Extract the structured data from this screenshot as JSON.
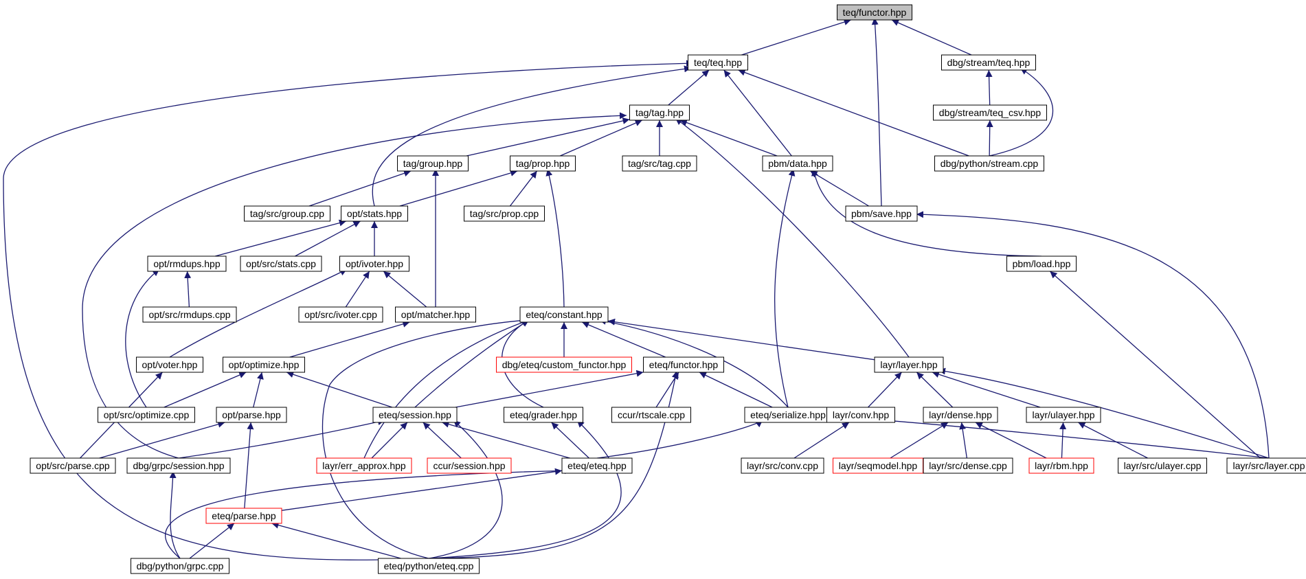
{
  "diagram": {
    "type": "include-dependency-graph",
    "colors": {
      "edge": "#191970",
      "node_border": "#000000",
      "node_border_truncated": "#ff0000",
      "root_fill": "#bfbfbf",
      "node_fill": "#ffffff"
    },
    "nodes": [
      {
        "id": "n0",
        "label": "teq/functor.hpp",
        "root": true
      },
      {
        "id": "n1",
        "label": "teq/teq.hpp"
      },
      {
        "id": "n2",
        "label": "dbg/stream/teq.hpp"
      },
      {
        "id": "n3",
        "label": "tag/tag.hpp"
      },
      {
        "id": "n4",
        "label": "dbg/stream/teq_csv.hpp"
      },
      {
        "id": "n5",
        "label": "tag/group.hpp"
      },
      {
        "id": "n6",
        "label": "tag/prop.hpp"
      },
      {
        "id": "n7",
        "label": "tag/src/tag.cpp"
      },
      {
        "id": "n8",
        "label": "pbm/data.hpp"
      },
      {
        "id": "n9",
        "label": "dbg/python/stream.cpp"
      },
      {
        "id": "n10",
        "label": "tag/src/group.cpp"
      },
      {
        "id": "n11",
        "label": "opt/stats.hpp"
      },
      {
        "id": "n12",
        "label": "tag/src/prop.cpp"
      },
      {
        "id": "n13",
        "label": "pbm/save.hpp"
      },
      {
        "id": "n14",
        "label": "opt/rmdups.hpp"
      },
      {
        "id": "n15",
        "label": "opt/src/stats.cpp"
      },
      {
        "id": "n16",
        "label": "opt/ivoter.hpp"
      },
      {
        "id": "n17",
        "label": "pbm/load.hpp"
      },
      {
        "id": "n18",
        "label": "opt/src/rmdups.cpp"
      },
      {
        "id": "n19",
        "label": "opt/src/ivoter.cpp"
      },
      {
        "id": "n20",
        "label": "opt/matcher.hpp"
      },
      {
        "id": "n21",
        "label": "eteq/constant.hpp"
      },
      {
        "id": "n22",
        "label": "opt/voter.hpp"
      },
      {
        "id": "n23",
        "label": "opt/optimize.hpp"
      },
      {
        "id": "n24",
        "label": "dbg/eteq/custom_functor.hpp",
        "truncated": true
      },
      {
        "id": "n25",
        "label": "eteq/functor.hpp"
      },
      {
        "id": "n26",
        "label": "layr/layer.hpp"
      },
      {
        "id": "n27",
        "label": "opt/src/optimize.cpp"
      },
      {
        "id": "n28",
        "label": "opt/parse.hpp"
      },
      {
        "id": "n29",
        "label": "eteq/session.hpp"
      },
      {
        "id": "n30",
        "label": "eteq/grader.hpp"
      },
      {
        "id": "n31",
        "label": "ccur/rtscale.cpp"
      },
      {
        "id": "n32",
        "label": "eteq/serialize.hpp"
      },
      {
        "id": "n33",
        "label": "layr/conv.hpp"
      },
      {
        "id": "n34",
        "label": "layr/dense.hpp"
      },
      {
        "id": "n35",
        "label": "layr/ulayer.hpp"
      },
      {
        "id": "n36",
        "label": "opt/src/parse.cpp"
      },
      {
        "id": "n37",
        "label": "dbg/grpc/session.hpp"
      },
      {
        "id": "n38",
        "label": "layr/err_approx.hpp",
        "truncated": true
      },
      {
        "id": "n39",
        "label": "ccur/session.hpp",
        "truncated": true
      },
      {
        "id": "n40",
        "label": "eteq/eteq.hpp"
      },
      {
        "id": "n41",
        "label": "layr/src/conv.cpp"
      },
      {
        "id": "n42",
        "label": "layr/seqmodel.hpp",
        "truncated": true
      },
      {
        "id": "n43",
        "label": "layr/src/dense.cpp"
      },
      {
        "id": "n44",
        "label": "layr/rbm.hpp",
        "truncated": true
      },
      {
        "id": "n45",
        "label": "layr/src/ulayer.cpp"
      },
      {
        "id": "n46",
        "label": "layr/src/layer.cpp"
      },
      {
        "id": "n47",
        "label": "eteq/parse.hpp",
        "truncated": true
      },
      {
        "id": "n48",
        "label": "dbg/python/grpc.cpp"
      },
      {
        "id": "n49",
        "label": "eteq/python/eteq.cpp"
      }
    ],
    "edges": [
      [
        "n1",
        "n0"
      ],
      [
        "n2",
        "n0"
      ],
      [
        "n13",
        "n0"
      ],
      [
        "n3",
        "n1"
      ],
      [
        "n8",
        "n1"
      ],
      [
        "n9",
        "n1"
      ],
      [
        "n11",
        "n1"
      ],
      [
        "n49",
        "n1"
      ],
      [
        "n4",
        "n2"
      ],
      [
        "n9",
        "n2"
      ],
      [
        "n9",
        "n4"
      ],
      [
        "n5",
        "n3"
      ],
      [
        "n6",
        "n3"
      ],
      [
        "n7",
        "n3"
      ],
      [
        "n8",
        "n3"
      ],
      [
        "n26",
        "n3"
      ],
      [
        "n37",
        "n3"
      ],
      [
        "n10",
        "n5"
      ],
      [
        "n20",
        "n5"
      ],
      [
        "n11",
        "n6"
      ],
      [
        "n12",
        "n6"
      ],
      [
        "n21",
        "n6"
      ],
      [
        "n13",
        "n8"
      ],
      [
        "n17",
        "n8"
      ],
      [
        "n32",
        "n8"
      ],
      [
        "n14",
        "n11"
      ],
      [
        "n15",
        "n11"
      ],
      [
        "n16",
        "n11"
      ],
      [
        "n18",
        "n14"
      ],
      [
        "n27",
        "n14"
      ],
      [
        "n19",
        "n16"
      ],
      [
        "n20",
        "n16"
      ],
      [
        "n22",
        "n16"
      ],
      [
        "n46",
        "n13"
      ],
      [
        "n46",
        "n17"
      ],
      [
        "n23",
        "n20"
      ],
      [
        "n24",
        "n21"
      ],
      [
        "n25",
        "n21"
      ],
      [
        "n26",
        "n21"
      ],
      [
        "n29",
        "n21"
      ],
      [
        "n30",
        "n21"
      ],
      [
        "n32",
        "n21"
      ],
      [
        "n38",
        "n21"
      ],
      [
        "n49",
        "n21"
      ],
      [
        "n36",
        "n22"
      ],
      [
        "n27",
        "n23"
      ],
      [
        "n28",
        "n23"
      ],
      [
        "n29",
        "n23"
      ],
      [
        "n29",
        "n25"
      ],
      [
        "n31",
        "n25"
      ],
      [
        "n32",
        "n25"
      ],
      [
        "n49",
        "n25"
      ],
      [
        "n33",
        "n26"
      ],
      [
        "n34",
        "n26"
      ],
      [
        "n35",
        "n26"
      ],
      [
        "n46",
        "n26"
      ],
      [
        "n36",
        "n28"
      ],
      [
        "n47",
        "n28"
      ],
      [
        "n37",
        "n29"
      ],
      [
        "n38",
        "n29"
      ],
      [
        "n39",
        "n29"
      ],
      [
        "n40",
        "n29"
      ],
      [
        "n49",
        "n29"
      ],
      [
        "n40",
        "n30"
      ],
      [
        "n49",
        "n30"
      ],
      [
        "n40",
        "n32"
      ],
      [
        "n46",
        "n32"
      ],
      [
        "n41",
        "n33"
      ],
      [
        "n42",
        "n34"
      ],
      [
        "n43",
        "n34"
      ],
      [
        "n44",
        "n34"
      ],
      [
        "n44",
        "n35"
      ],
      [
        "n45",
        "n35"
      ],
      [
        "n48",
        "n37"
      ],
      [
        "n47",
        "n40"
      ],
      [
        "n48",
        "n40"
      ],
      [
        "n48",
        "n47"
      ],
      [
        "n49",
        "n47"
      ]
    ]
  }
}
